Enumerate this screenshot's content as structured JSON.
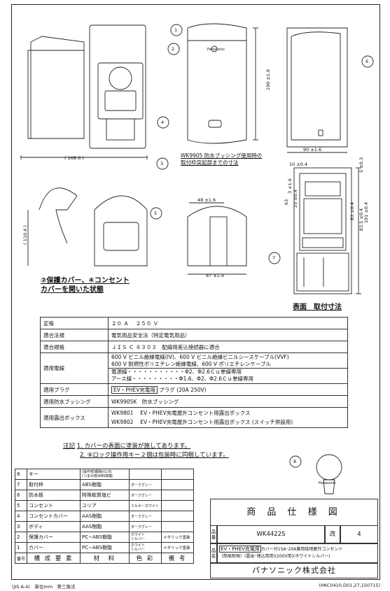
{
  "drawing": {
    "dims": {
      "d168": "( 168.6 )",
      "d190": "190 ±1.6",
      "d90": "90 ±1.6",
      "d110": "( 110.4 )",
      "d48": "48 ±1.6",
      "d87": "87 ±1.6",
      "d10": "10 ±0.4",
      "d5": "5 ±0.3",
      "d3": "3 ±1.6",
      "d63": "63",
      "d25": "25 ±0.4",
      "d83": "83 ±0.4",
      "d835": "83.5 ±0.4",
      "d101": "101 ±0.4"
    },
    "callouts": [
      "1",
      "2",
      "3",
      "4",
      "5",
      "6",
      "7",
      "8"
    ],
    "brand": "Panasonic",
    "note_wk9905": [
      "WK9905 防水ブッシング使用時の",
      "取付枠突起部までの寸法"
    ],
    "caption_open": [
      "②保護カバー、④コンセント",
      "カバーを開いた状態"
    ],
    "caption_front": "表面　取付寸法"
  },
  "spec": {
    "rows": [
      {
        "k": "定格",
        "v": [
          "２０ Ａ　 ２５０ Ｖ"
        ]
      },
      {
        "k": "適合法規",
        "v": [
          "電気用品安全法（特定電気用品）"
        ]
      },
      {
        "k": "適合規格",
        "v": [
          "ＪＩＳ Ｃ ８３０３　配線用差込接続器に適合"
        ]
      },
      {
        "k": "適用電線",
        "v": [
          "600 V ビニル絶縁電線(IV)、600 V ビニル絶縁ビニルシースケーブル(VVF)",
          "600 V 耐燃性ポリエチレン絶縁電線、600 V ポリエチレンケーブル",
          "電源線・・・・・・・・・・・Φ2、Φ2.6Ｃｕ単線専用",
          "アース線・・・・・・・・・Φ1.6、Φ2、Φ2.6Ｃｕ単線専用"
        ]
      },
      {
        "k": "適用プラグ",
        "boxed": "EV・PHEV充電用",
        "v": [
          "プラグ (20A 250V)"
        ]
      },
      {
        "k": "適用防水ブッシング",
        "v": [
          "WK9905K　防水ブッシング"
        ]
      },
      {
        "k": "適用露出ボックス",
        "v": [
          "WK9801　 EV・PHEV充電屋外コンセント用露出ボックス",
          "WK9802　 EV・PHEV充電屋外コンセント用露出ボックス (スイッチ併設用)"
        ]
      }
    ]
  },
  "notes": {
    "label": "注記",
    "items": [
      "1. カバーの表面に塗装が施してあります。",
      "2. ⑧ロック操作用キー２個は包装時に同梱しています。"
    ]
  },
  "parts": {
    "rows": [
      {
        "no": "8",
        "name": "キー",
        "mat": "(操作部)鋼板(t1.6)\n(つまみ部)ABS樹脂",
        "color": "",
        "note": ""
      },
      {
        "no": "7",
        "name": "取付枠",
        "mat": "ABS樹脂",
        "color": "ダークグレー",
        "note": ""
      },
      {
        "no": "6",
        "name": "防水板",
        "mat": "特殊軟質塩ビ",
        "color": "ダークグレー",
        "note": ""
      },
      {
        "no": "5",
        "name": "コンセント",
        "mat": "ユリア",
        "color": "ミルキーホワイト",
        "note": ""
      },
      {
        "no": "4",
        "name": "コンセントカバー",
        "mat": "AAS樹脂",
        "color": "ダークグレー",
        "note": ""
      },
      {
        "no": "3",
        "name": "ボディ",
        "mat": "AAS樹脂",
        "color": "ダークグレー",
        "note": ""
      },
      {
        "no": "2",
        "name": "保護カバー",
        "mat": "PC−ABS樹脂",
        "color": "ホワイト\nシルバー",
        "note": "メタリック塗装"
      },
      {
        "no": "1",
        "name": "カバー",
        "mat": "PC−ABS樹脂",
        "color": "ホワイト\nシルバー",
        "note": "メタリック塗装"
      }
    ],
    "header": {
      "no": "番号",
      "name": "構 成 要 素",
      "mat": "材　料",
      "color": "色 彩",
      "note": "備 考"
    }
  },
  "titleblock": {
    "title": "商 品 仕 様 図",
    "hinban_label": "品番",
    "hinban": "WK4422S",
    "kai_label": "改",
    "kai": "4",
    "hinmei_label": "品名",
    "name_boxed": "EV・PHEV充電用",
    "name_rest1": "カバー付15A･20A兼用接地屋外コンセント",
    "name_rest2": "（簡易耐候）(露出･埋込両用)(200V用)(ホワイトシルバー)",
    "company": "パナソニック株式会社"
  },
  "footer": {
    "left": "(JIS A-4)　単位mm　第三角法",
    "right": "(HKC0410,D01,27,150715)"
  }
}
